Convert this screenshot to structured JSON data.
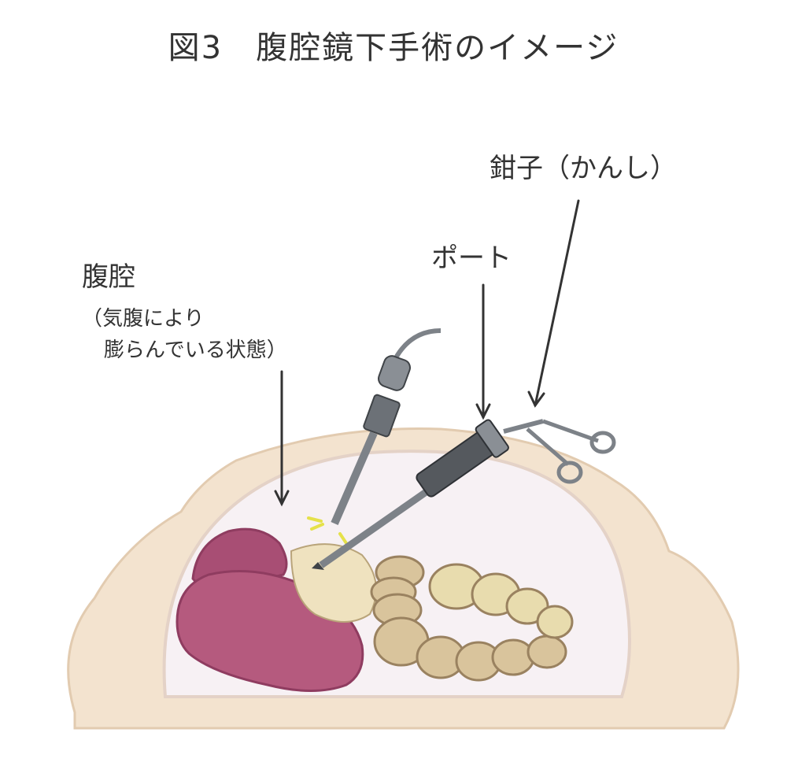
{
  "title": "図3　腹腔鏡下手術のイメージ",
  "labels": {
    "forceps": "鉗子（かんし）",
    "port": "ポート",
    "cavity": "腹腔",
    "cavity_note_line1": "（気腹により",
    "cavity_note_line2": "膨らんでいる状態）"
  },
  "colors": {
    "skin": "#f3e3cf",
    "skin_edge": "#e2cbb0",
    "cavity": "#f7f1f4",
    "liver": "#b55a7e",
    "liver_dark": "#8f3c60",
    "intestine": "#d9c49c",
    "intestine_edge": "#9a8260",
    "metal": "#7d8288",
    "metal_dark": "#3f4347",
    "arrow": "#333333",
    "spark": "#e5e14a"
  }
}
